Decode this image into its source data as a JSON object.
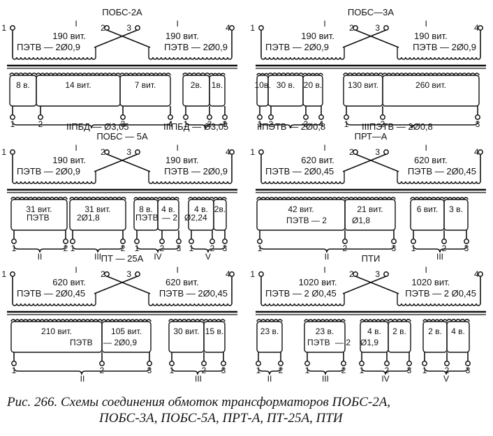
{
  "figure": {
    "caption_line1": "Рис.   266.  Схемы  соединения  обмоток  трансформаторов  ПОБС-2А,",
    "caption_line2": "ПОБС-3А, ПОБС-5А, ПРТ-А, ПТ-25А, ПТИ"
  },
  "panels": [
    {
      "title": "ПОБС-2А",
      "primary": {
        "roman": [
          "I",
          "I"
        ],
        "pins": [
          "1",
          "2",
          "3",
          "4"
        ],
        "turns": [
          "190 вит.",
          "190 вит."
        ],
        "wire": [
          "ПЭТВ — 2Ø0,9",
          "ПЭТВ — 2Ø0,9"
        ]
      },
      "secondary": {
        "segments": [
          "8 в.",
          "14 вит.",
          "7 вит.",
          "2в.",
          "1в."
        ],
        "pins": [
          "1",
          "2",
          "3",
          "4",
          "1",
          "2",
          "3"
        ],
        "labels": [
          "IIПБД — Ø3,05",
          "IIIПБД — Ø3,05"
        ]
      }
    },
    {
      "title": "ПОБС—3А",
      "primary": {
        "roman": [
          "I",
          "I"
        ],
        "pins": [
          "1",
          "2",
          "3",
          "4"
        ],
        "turns": [
          "190 вит.",
          "190 вит."
        ],
        "wire": [
          "ПЭТВ — 2Ø0,9",
          "ПЭТВ — 2Ø0,9"
        ]
      },
      "secondary": {
        "segments": [
          "10в.",
          "30 в.",
          "20 в.",
          "130 вит.",
          "260 вит."
        ],
        "pins": [
          "1",
          "2",
          "3",
          "4",
          "1",
          "2",
          "3"
        ],
        "labels": [
          "IIПЭТВ — 2Ø0,8",
          "IIIПЭТВ — 2Ø0,8"
        ]
      }
    },
    {
      "title": "ПОБС — 5А",
      "primary": {
        "roman": [
          "I",
          "I"
        ],
        "pins": [
          "1",
          "2",
          "3",
          "4"
        ],
        "turns": [
          "190 вит.",
          "190 вит."
        ],
        "wire": [
          "ПЭТВ — 2Ø0,9",
          "ПЭТВ — 2Ø0,9"
        ]
      },
      "secondary": {
        "segments": [
          "31 вит.",
          "31 вит.",
          "8 в.",
          "4 в.",
          "4 в.",
          "2в."
        ],
        "wire": [
          "ПЭТВ",
          "2Ø1,8",
          "ПЭТВ",
          "— 2",
          "Ø2,24"
        ],
        "pins": [
          "1",
          "2",
          "1",
          "2",
          "1",
          "2",
          "3",
          "1",
          "2",
          "3"
        ],
        "roman": [
          "II",
          "III",
          "IV",
          "V"
        ]
      }
    },
    {
      "title": "ПРТ—А",
      "primary": {
        "roman": [
          "I",
          "I"
        ],
        "pins": [
          "1",
          "2",
          "3",
          "4"
        ],
        "turns": [
          "620 вит.",
          "620 вит."
        ],
        "wire": [
          "ПЭТВ — 2Ø0,45",
          "ПЭТВ — 2Ø0,45"
        ]
      },
      "secondary": {
        "segments": [
          "42 вит.",
          "21 вит.",
          "6 вит.",
          "3 в."
        ],
        "wire": [
          "ПЭТВ — 2",
          "Ø1,8"
        ],
        "pins": [
          "1",
          "2",
          "3",
          "1",
          "2",
          "3"
        ],
        "roman": [
          "II",
          "III"
        ]
      }
    },
    {
      "title": "ПТ — 25А",
      "primary": {
        "roman": [
          "I",
          "I"
        ],
        "pins": [
          "1",
          "2",
          "3",
          "4"
        ],
        "turns": [
          "620 вит.",
          "620 вит."
        ],
        "wire": [
          "ПЭТВ — 2Ø0,45",
          "ПЭТВ — 2Ø0,45"
        ]
      },
      "secondary": {
        "segments": [
          "210 вит.",
          "105 вит.",
          "30 вит.",
          "15 в."
        ],
        "wire": [
          "ПЭТВ",
          "— 2Ø0,9"
        ],
        "pins": [
          "1",
          "2",
          "3",
          "1",
          "2",
          "3"
        ],
        "roman": [
          "II",
          "III"
        ]
      }
    },
    {
      "title": "ПТИ",
      "primary": {
        "roman": [
          "I",
          "I"
        ],
        "pins": [
          "1",
          "2",
          "3",
          "4"
        ],
        "turns": [
          "1020 вит.",
          "1020 вит."
        ],
        "wire": [
          "ПЭТВ — 2 Ø0,45",
          "ПЭТВ — 2 Ø0,45"
        ]
      },
      "secondary": {
        "segments": [
          "23 в.",
          "23 в.",
          "4 в.",
          "2 в.",
          "2 в.",
          "4 в."
        ],
        "wire": [
          "ПЭТВ",
          "— 2",
          "Ø1,9"
        ],
        "pins": [
          "1",
          "2",
          "1",
          "2",
          "1",
          "2",
          "3",
          "1",
          "2",
          "3"
        ],
        "roman": [
          "II",
          "III",
          "IV",
          "V"
        ]
      }
    }
  ]
}
